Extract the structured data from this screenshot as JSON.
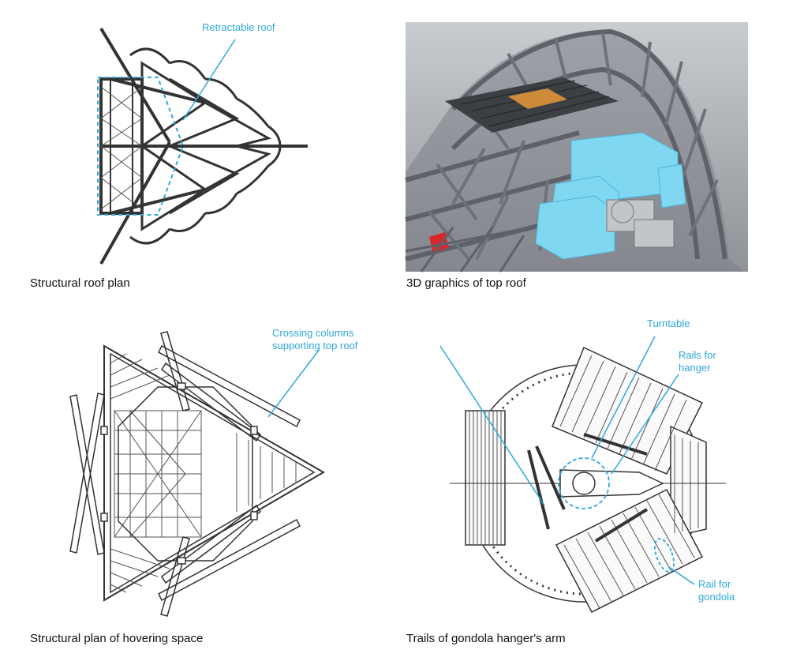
{
  "panels": {
    "roof_plan": {
      "caption": "Structural roof plan",
      "annotation": "Retractable roof"
    },
    "roof_3d": {
      "caption": "3D graphics of top roof"
    },
    "hovering_plan": {
      "caption": "Structural plan of hovering space",
      "annotation": "Crossing columns supporting top roof"
    },
    "hanger_trails": {
      "caption": "Trails of gondola hanger's arm",
      "annotations": {
        "turntable": "Turntable",
        "rails_hanger_line1": "Rails for",
        "rails_hanger_line2": "hanger",
        "rail_gondola_line1": "Rail for",
        "rail_gondola_line2": "gondola"
      }
    }
  },
  "colors": {
    "annotation": "#2ea7dc",
    "structure_line": "#333333",
    "render_bg": "#a9adb2",
    "render_highlight": "#7fd7f2",
    "deck_accent": "#e89a3a"
  }
}
